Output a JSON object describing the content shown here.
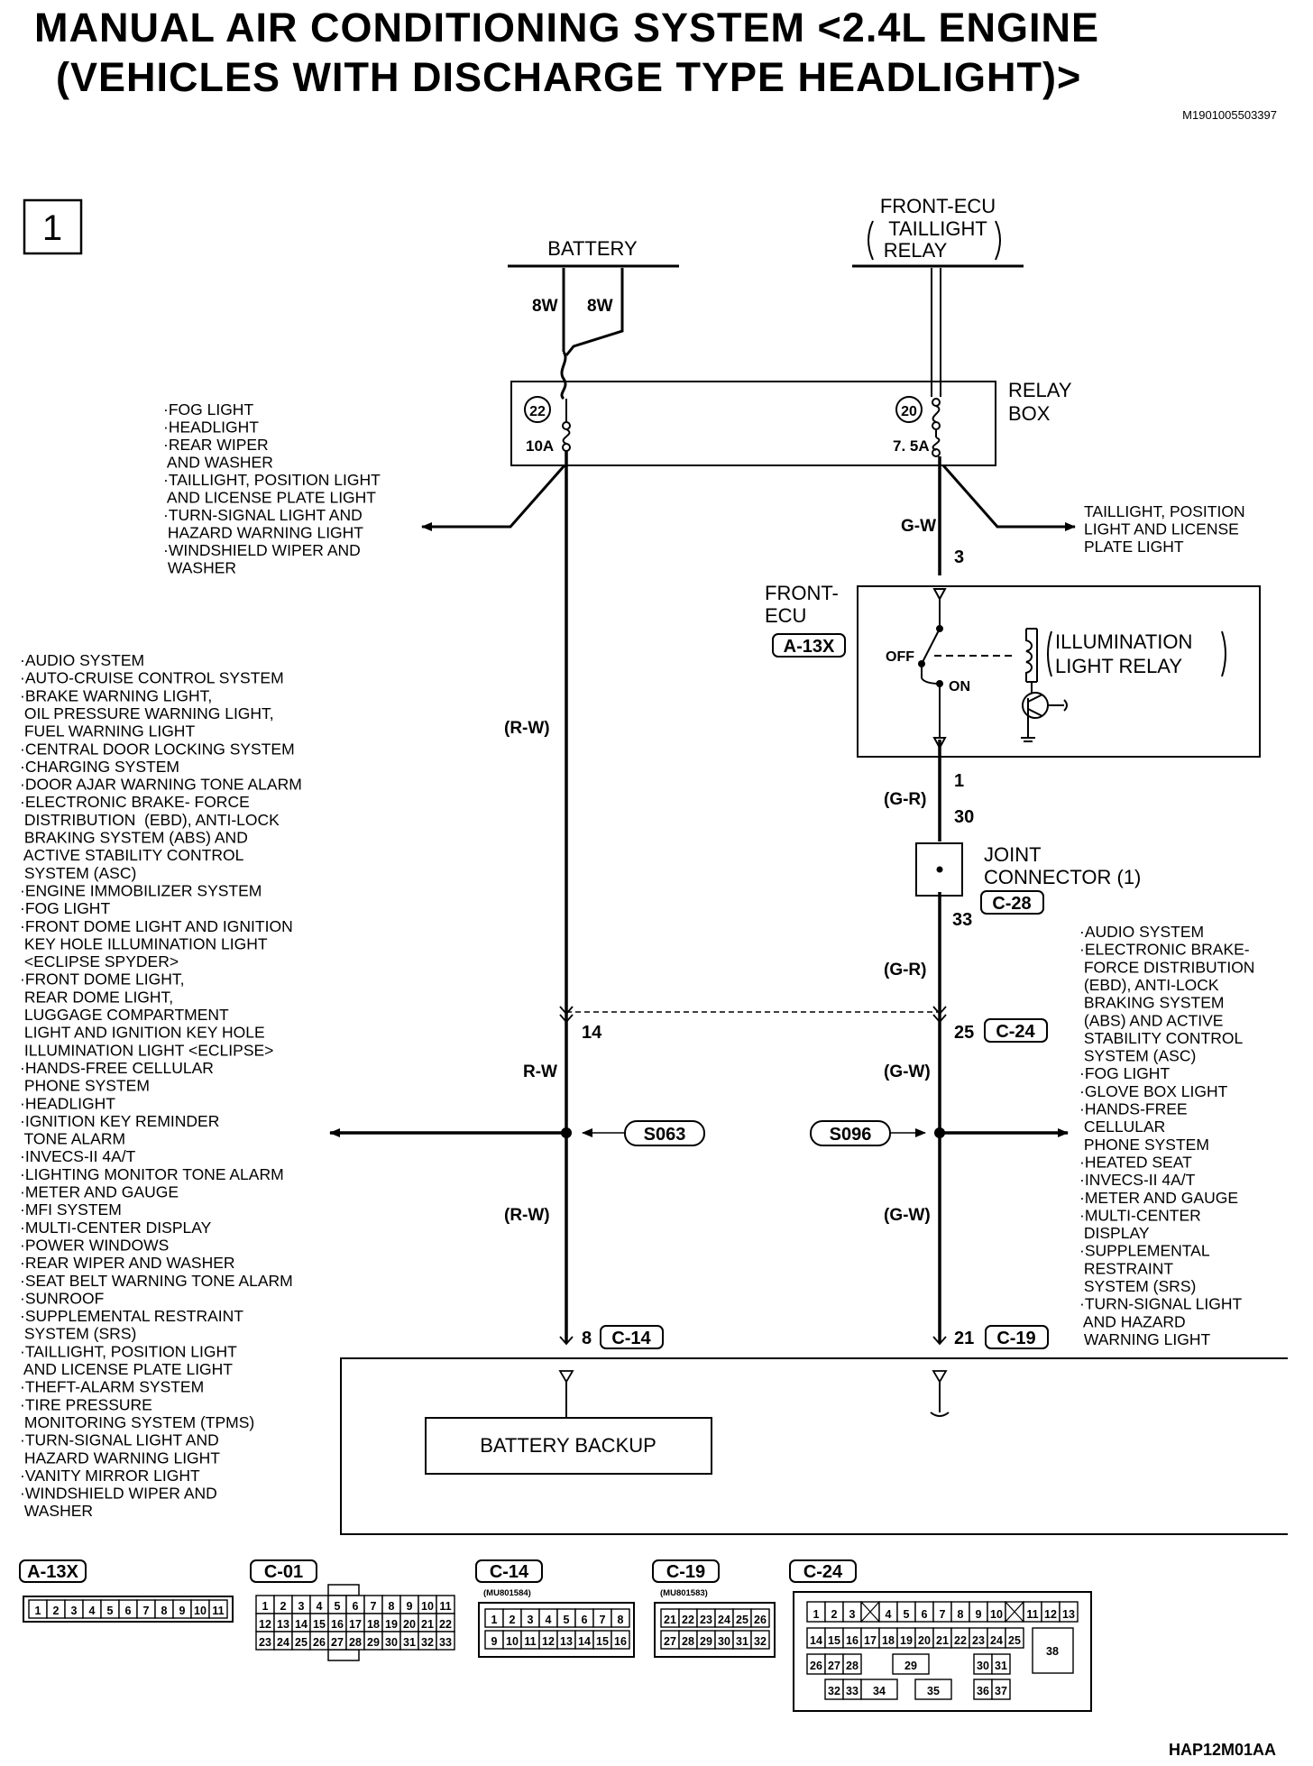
{
  "title": {
    "line1": "MANUAL AIR CONDITIONING SYSTEM <2.4L ENGINE",
    "line2": "(VEHICLES WITH DISCHARGE TYPE HEADLIGHT)>",
    "code": "M1901005503397"
  },
  "page_number": "1",
  "battery": {
    "label": "BATTERY",
    "wire_left": "8W",
    "wire_right": "8W"
  },
  "front_ecu_relay": {
    "line1": "FRONT-ECU",
    "line2": "TAILLIGHT",
    "line3": "RELAY"
  },
  "relay_box": {
    "line1": "RELAY",
    "line2": "BOX",
    "fuse_left_no": "22",
    "fuse_left_amp": "10A",
    "fuse_right_no": "20",
    "fuse_right_amp": "7. 5A"
  },
  "left_top_list": [
    "·FOG LIGHT",
    "·HEADLIGHT",
    "·REAR WIPER",
    " AND WASHER",
    "·TAILLIGHT, POSITION LIGHT",
    " AND LICENSE PLATE LIGHT",
    "·TURN-SIGNAL LIGHT AND",
    " HAZARD WARNING LIGHT",
    "·WINDSHIELD WIPER AND",
    " WASHER"
  ],
  "right_top_list": [
    "TAILLIGHT, POSITION",
    "LIGHT AND LICENSE",
    "PLATE LIGHT"
  ],
  "wires": {
    "g_w_top": "G-W",
    "r_w_upper": "(R-W)",
    "g_r_upper": "(G-R)",
    "g_r_lower": "(G-R)",
    "r_w_mid": "R-W",
    "g_w_mid": "(G-W)",
    "r_w_lower": "(R-W)",
    "g_w_lower": "(G-W)"
  },
  "pins": {
    "p3": "3",
    "p1": "1",
    "p30": "30",
    "p33": "33",
    "p14": "14",
    "p25": "25",
    "p8": "8",
    "p21": "21"
  },
  "front_ecu": {
    "line1": "FRONT-",
    "line2": "ECU",
    "connector": "A-13X",
    "off": "OFF",
    "on": "ON",
    "relay_line1": "ILLUMINATION",
    "relay_line2": "LIGHT RELAY"
  },
  "joint_connector": {
    "line1": "JOINT",
    "line2": "CONNECTOR (1)",
    "connector": "C-28"
  },
  "connectors": {
    "c24": "C-24",
    "c14": "C-14",
    "c19": "C-19"
  },
  "splices": {
    "left": "S063",
    "right": "S096"
  },
  "left_list": [
    "·AUDIO SYSTEM",
    "·AUTO-CRUISE CONTROL SYSTEM",
    "·BRAKE WARNING LIGHT,",
    " OIL PRESSURE WARNING LIGHT,",
    " FUEL WARNING LIGHT",
    "·CENTRAL DOOR LOCKING SYSTEM",
    "·CHARGING SYSTEM",
    "·DOOR AJAR WARNING TONE ALARM",
    "·ELECTRONIC BRAKE- FORCE",
    " DISTRIBUTION  (EBD), ANTI-LOCK",
    " BRAKING SYSTEM (ABS) AND",
    " ACTIVE STABILITY CONTROL",
    " SYSTEM (ASC)",
    "·ENGINE IMMOBILIZER SYSTEM",
    "·FOG LIGHT",
    "·FRONT DOME LIGHT AND IGNITION",
    " KEY HOLE ILLUMINATION LIGHT",
    " <ECLIPSE SPYDER>",
    "·FRONT DOME LIGHT,",
    " REAR DOME LIGHT,",
    " LUGGAGE COMPARTMENT",
    " LIGHT AND IGNITION KEY HOLE",
    " ILLUMINATION LIGHT <ECLIPSE>",
    "·HANDS-FREE CELLULAR",
    " PHONE SYSTEM",
    "·HEADLIGHT",
    "·IGNITION KEY REMINDER",
    " TONE ALARM",
    "·INVECS-II 4A/T",
    "·LIGHTING MONITOR TONE ALARM",
    "·METER AND GAUGE",
    "·MFI SYSTEM",
    "·MULTI-CENTER DISPLAY",
    "·POWER WINDOWS",
    "·REAR WIPER AND WASHER",
    "·SEAT BELT WARNING TONE ALARM",
    "·SUNROOF",
    "·SUPPLEMENTAL RESTRAINT",
    " SYSTEM (SRS)",
    "·TAILLIGHT, POSITION LIGHT",
    " AND LICENSE PLATE LIGHT",
    "·THEFT-ALARM SYSTEM",
    "·TIRE PRESSURE",
    " MONITORING SYSTEM (TPMS)",
    "·TURN-SIGNAL LIGHT AND",
    " HAZARD WARNING LIGHT",
    "·VANITY MIRROR LIGHT",
    "·WINDSHIELD WIPER AND",
    " WASHER"
  ],
  "right_list": [
    "·AUDIO SYSTEM",
    "·ELECTRONIC BRAKE-",
    " FORCE DISTRIBUTION",
    " (EBD), ANTI-LOCK",
    " BRAKING SYSTEM",
    " (ABS) AND ACTIVE",
    " STABILITY CONTROL",
    " SYSTEM (ASC)",
    "·FOG LIGHT",
    "·GLOVE BOX LIGHT",
    "·HANDS-FREE",
    " CELLULAR",
    " PHONE SYSTEM",
    "·HEATED SEAT",
    "·INVECS-II 4A/T",
    "·METER AND GAUGE",
    "·MULTI-CENTER",
    " DISPLAY",
    "·SUPPLEMENTAL",
    " RESTRAINT",
    " SYSTEM (SRS)",
    "·TURN-SIGNAL LIGHT",
    " AND HAZARD",
    " WARNING LIGHT"
  ],
  "battery_backup": "BATTERY BACKUP",
  "connector_views": {
    "a13x": {
      "label": "A-13X",
      "cells": [
        "1",
        "2",
        "3",
        "4",
        "5",
        "6",
        "7",
        "8",
        "9",
        "10",
        "11"
      ]
    },
    "c01": {
      "label": "C-01",
      "row1": [
        "1",
        "2",
        "3",
        "4",
        "5",
        "6",
        "7",
        "8",
        "9",
        "10",
        "11"
      ],
      "row2": [
        "12",
        "13",
        "14",
        "15",
        "16",
        "17",
        "18",
        "19",
        "20",
        "21",
        "22"
      ],
      "row3": [
        "23",
        "24",
        "25",
        "26",
        "27",
        "28",
        "29",
        "30",
        "31",
        "32",
        "33"
      ]
    },
    "c14": {
      "label": "C-14",
      "part": "(MU801584)",
      "row1": [
        "1",
        "2",
        "3",
        "4",
        "5",
        "6",
        "7",
        "8"
      ],
      "row2": [
        "9",
        "10",
        "11",
        "12",
        "13",
        "14",
        "15",
        "16"
      ]
    },
    "c19": {
      "label": "C-19",
      "part": "(MU801583)",
      "row1": [
        "21",
        "22",
        "23",
        "24",
        "25",
        "26"
      ],
      "row2": [
        "27",
        "28",
        "29",
        "30",
        "31",
        "32"
      ]
    },
    "c24": {
      "label": "C-24",
      "row1": [
        "1",
        "2",
        "3",
        "",
        "4",
        "5",
        "6",
        "7",
        "8",
        "9",
        "10",
        "",
        "11",
        "12",
        "13"
      ],
      "row2": [
        "14",
        "15",
        "16",
        "17",
        "18",
        "19",
        "20",
        "21",
        "22",
        "23",
        "24",
        "25"
      ],
      "row3": [
        "26",
        "27",
        "28",
        "29",
        "30",
        "31"
      ],
      "row4": [
        "32",
        "33",
        "34",
        "35",
        "36",
        "37"
      ],
      "big": "38"
    }
  },
  "footer_code": "HAP12M01AA"
}
